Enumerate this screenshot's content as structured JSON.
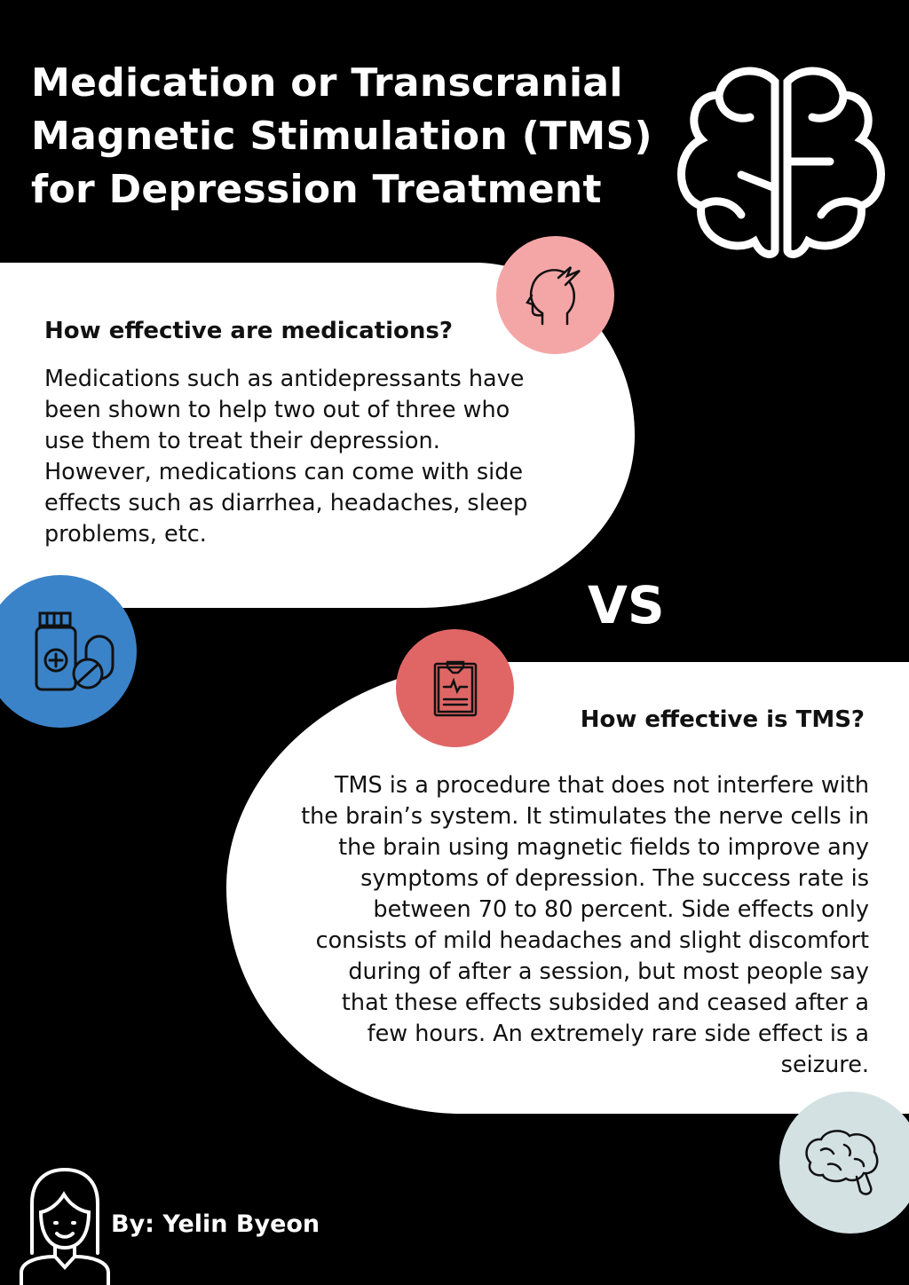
{
  "title": {
    "lines": [
      "Medication or Transcranial",
      "Magnetic Stimulation (TMS)",
      "for Depression Treatment"
    ]
  },
  "medication": {
    "heading": "How effective are medications?",
    "body_lines": [
      "Medications such as antidepressants have",
      "been shown to help two out of three who",
      "use them to treat their depression.",
      "However, medications can come with side",
      "effects such as diarrhea, headaches, sleep",
      "problems, etc."
    ]
  },
  "versus": "VS",
  "tms": {
    "heading": "How effective is TMS?",
    "body_lines": [
      "TMS is a procedure that does not interfere with",
      "the brain’s system. It stimulates the nerve cells in",
      "the brain using magnetic fields to improve any",
      "symptoms of depression. The success rate is",
      "between 70 to 80 percent. Side effects only",
      "consists of mild headaches and slight discomfort",
      "during of after a session, but most people say",
      "that these effects subsided and ceased after a",
      "few hours. An extremely rare side effect is a",
      "seizure."
    ]
  },
  "byline": "By: Yelin Byeon",
  "colors": {
    "background": "#000000",
    "panel": "#ffffff",
    "pink": "#f4a6a6",
    "blue": "#3b83c9",
    "red": "#e06666",
    "pale": "#d4e1e3"
  },
  "icons": [
    "brain-outline-icon",
    "head-headache-icon",
    "medicine-bottle-pills-icon",
    "clipboard-heartbeat-icon",
    "brain-icon",
    "woman-avatar-icon"
  ]
}
